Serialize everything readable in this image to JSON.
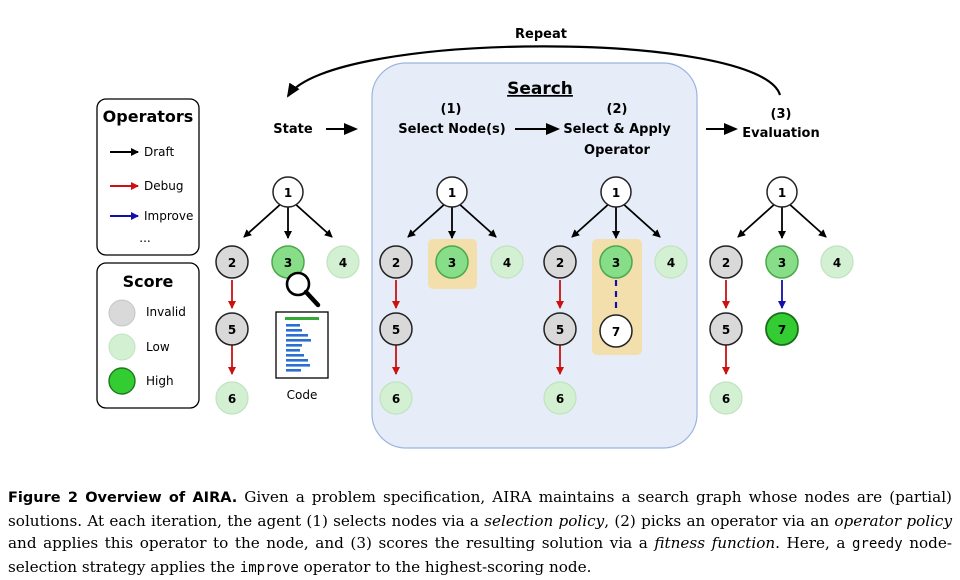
{
  "repeat_label": "Repeat",
  "search_title": "Search",
  "steps": {
    "state": "State",
    "select_num": "(1)",
    "select_label": "Select Node(s)",
    "apply_num": "(2)",
    "apply_line1": "Select & Apply",
    "apply_line2": "Operator",
    "eval_num": "(3)",
    "eval_label": "Evaluation"
  },
  "operators_legend": {
    "title": "Operators",
    "items": [
      {
        "label": "Draft",
        "color": "#000000"
      },
      {
        "label": "Debug",
        "color": "#cc1111"
      },
      {
        "label": "Improve",
        "color": "#1111aa"
      }
    ],
    "more": "..."
  },
  "score_legend": {
    "title": "Score",
    "items": [
      {
        "label": "Invalid",
        "color": "#d9d9d9"
      },
      {
        "label": "Low",
        "color": "#d3f0d3"
      },
      {
        "label": "High",
        "color": "#33cc33"
      }
    ]
  },
  "code_label": "Code",
  "node_labels": {
    "n1": "1",
    "n2": "2",
    "n3": "3",
    "n4": "4",
    "n5": "5",
    "n6": "6",
    "n7": "7"
  },
  "colors": {
    "search_bg": "#e6edf9",
    "search_border": "#9db4de",
    "highlight": "#f3dfab",
    "invalid": "#d9d9d9",
    "low": "#d3f0d3",
    "mid": "#88dd88",
    "high": "#33cc33",
    "debug": "#cc1111",
    "improve": "#1111aa"
  },
  "caption": {
    "lead": "Figure 2  Overview of AIRA.",
    "t1": " Given a problem specification, AIRA maintains a search graph whose nodes are (partial) solutions. At each iteration, the agent (1) selects nodes via a ",
    "selection_policy": "selection policy",
    "t2": ", (2) picks an operator via an ",
    "operator_policy": "operator policy",
    "t3": " and applies this operator to the node, and (3) scores the resulting solution via a ",
    "fitness_function": "fitness function",
    "t4": ". Here, a ",
    "greedy": "greedy",
    "t5": " node-selection strategy applies the ",
    "improve": "improve",
    "t6": " operator to the highest-scoring node."
  }
}
